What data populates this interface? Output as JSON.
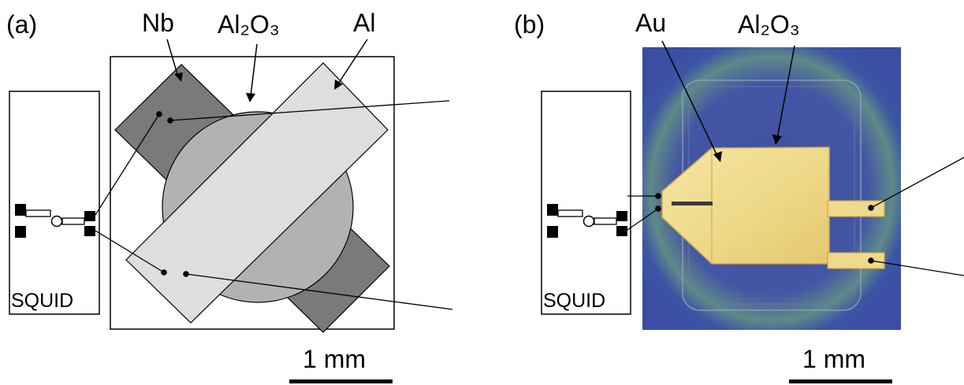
{
  "panel_a": {
    "label": "(a)",
    "materials": {
      "nb": "Nb",
      "al2o3": "Al₂O₃",
      "al": "Al"
    },
    "squid_label": "SQUID",
    "scale_bar": "1 mm"
  },
  "panel_b": {
    "label": "(b)",
    "materials": {
      "au": "Au",
      "al2o3": "Al₂O₃"
    },
    "squid_label": "SQUID",
    "scale_bar": "1 mm"
  },
  "colors": {
    "nb": "#7a7a7a",
    "al2o3_disk": "#b2b2b2",
    "al_strip": "#dedede",
    "substrate_blue": "#3d52a6",
    "gold": "#efd98a",
    "gold_edge": "#c9a94a",
    "line": "#000000"
  }
}
